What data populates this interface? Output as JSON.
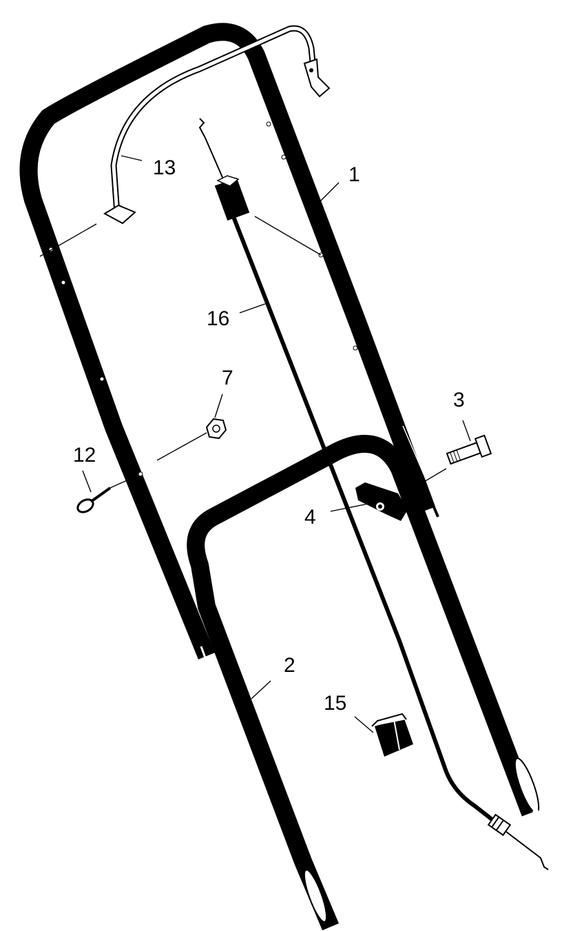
{
  "callouts": [
    {
      "id": "1",
      "label": "1",
      "part": "upper-handle"
    },
    {
      "id": "2",
      "label": "2",
      "part": "lower-handle"
    },
    {
      "id": "3",
      "label": "3",
      "part": "carriage-bolt"
    },
    {
      "id": "4",
      "label": "4",
      "part": "handle-knob"
    },
    {
      "id": "7",
      "label": "7",
      "part": "hex-nut"
    },
    {
      "id": "12",
      "label": "12",
      "part": "eye-bolt"
    },
    {
      "id": "13",
      "label": "13",
      "part": "control-bail"
    },
    {
      "id": "15",
      "label": "15",
      "part": "cable-clip"
    },
    {
      "id": "16",
      "label": "16",
      "part": "control-cable"
    }
  ],
  "colors": {
    "ink": "#000000",
    "paper": "#ffffff"
  }
}
